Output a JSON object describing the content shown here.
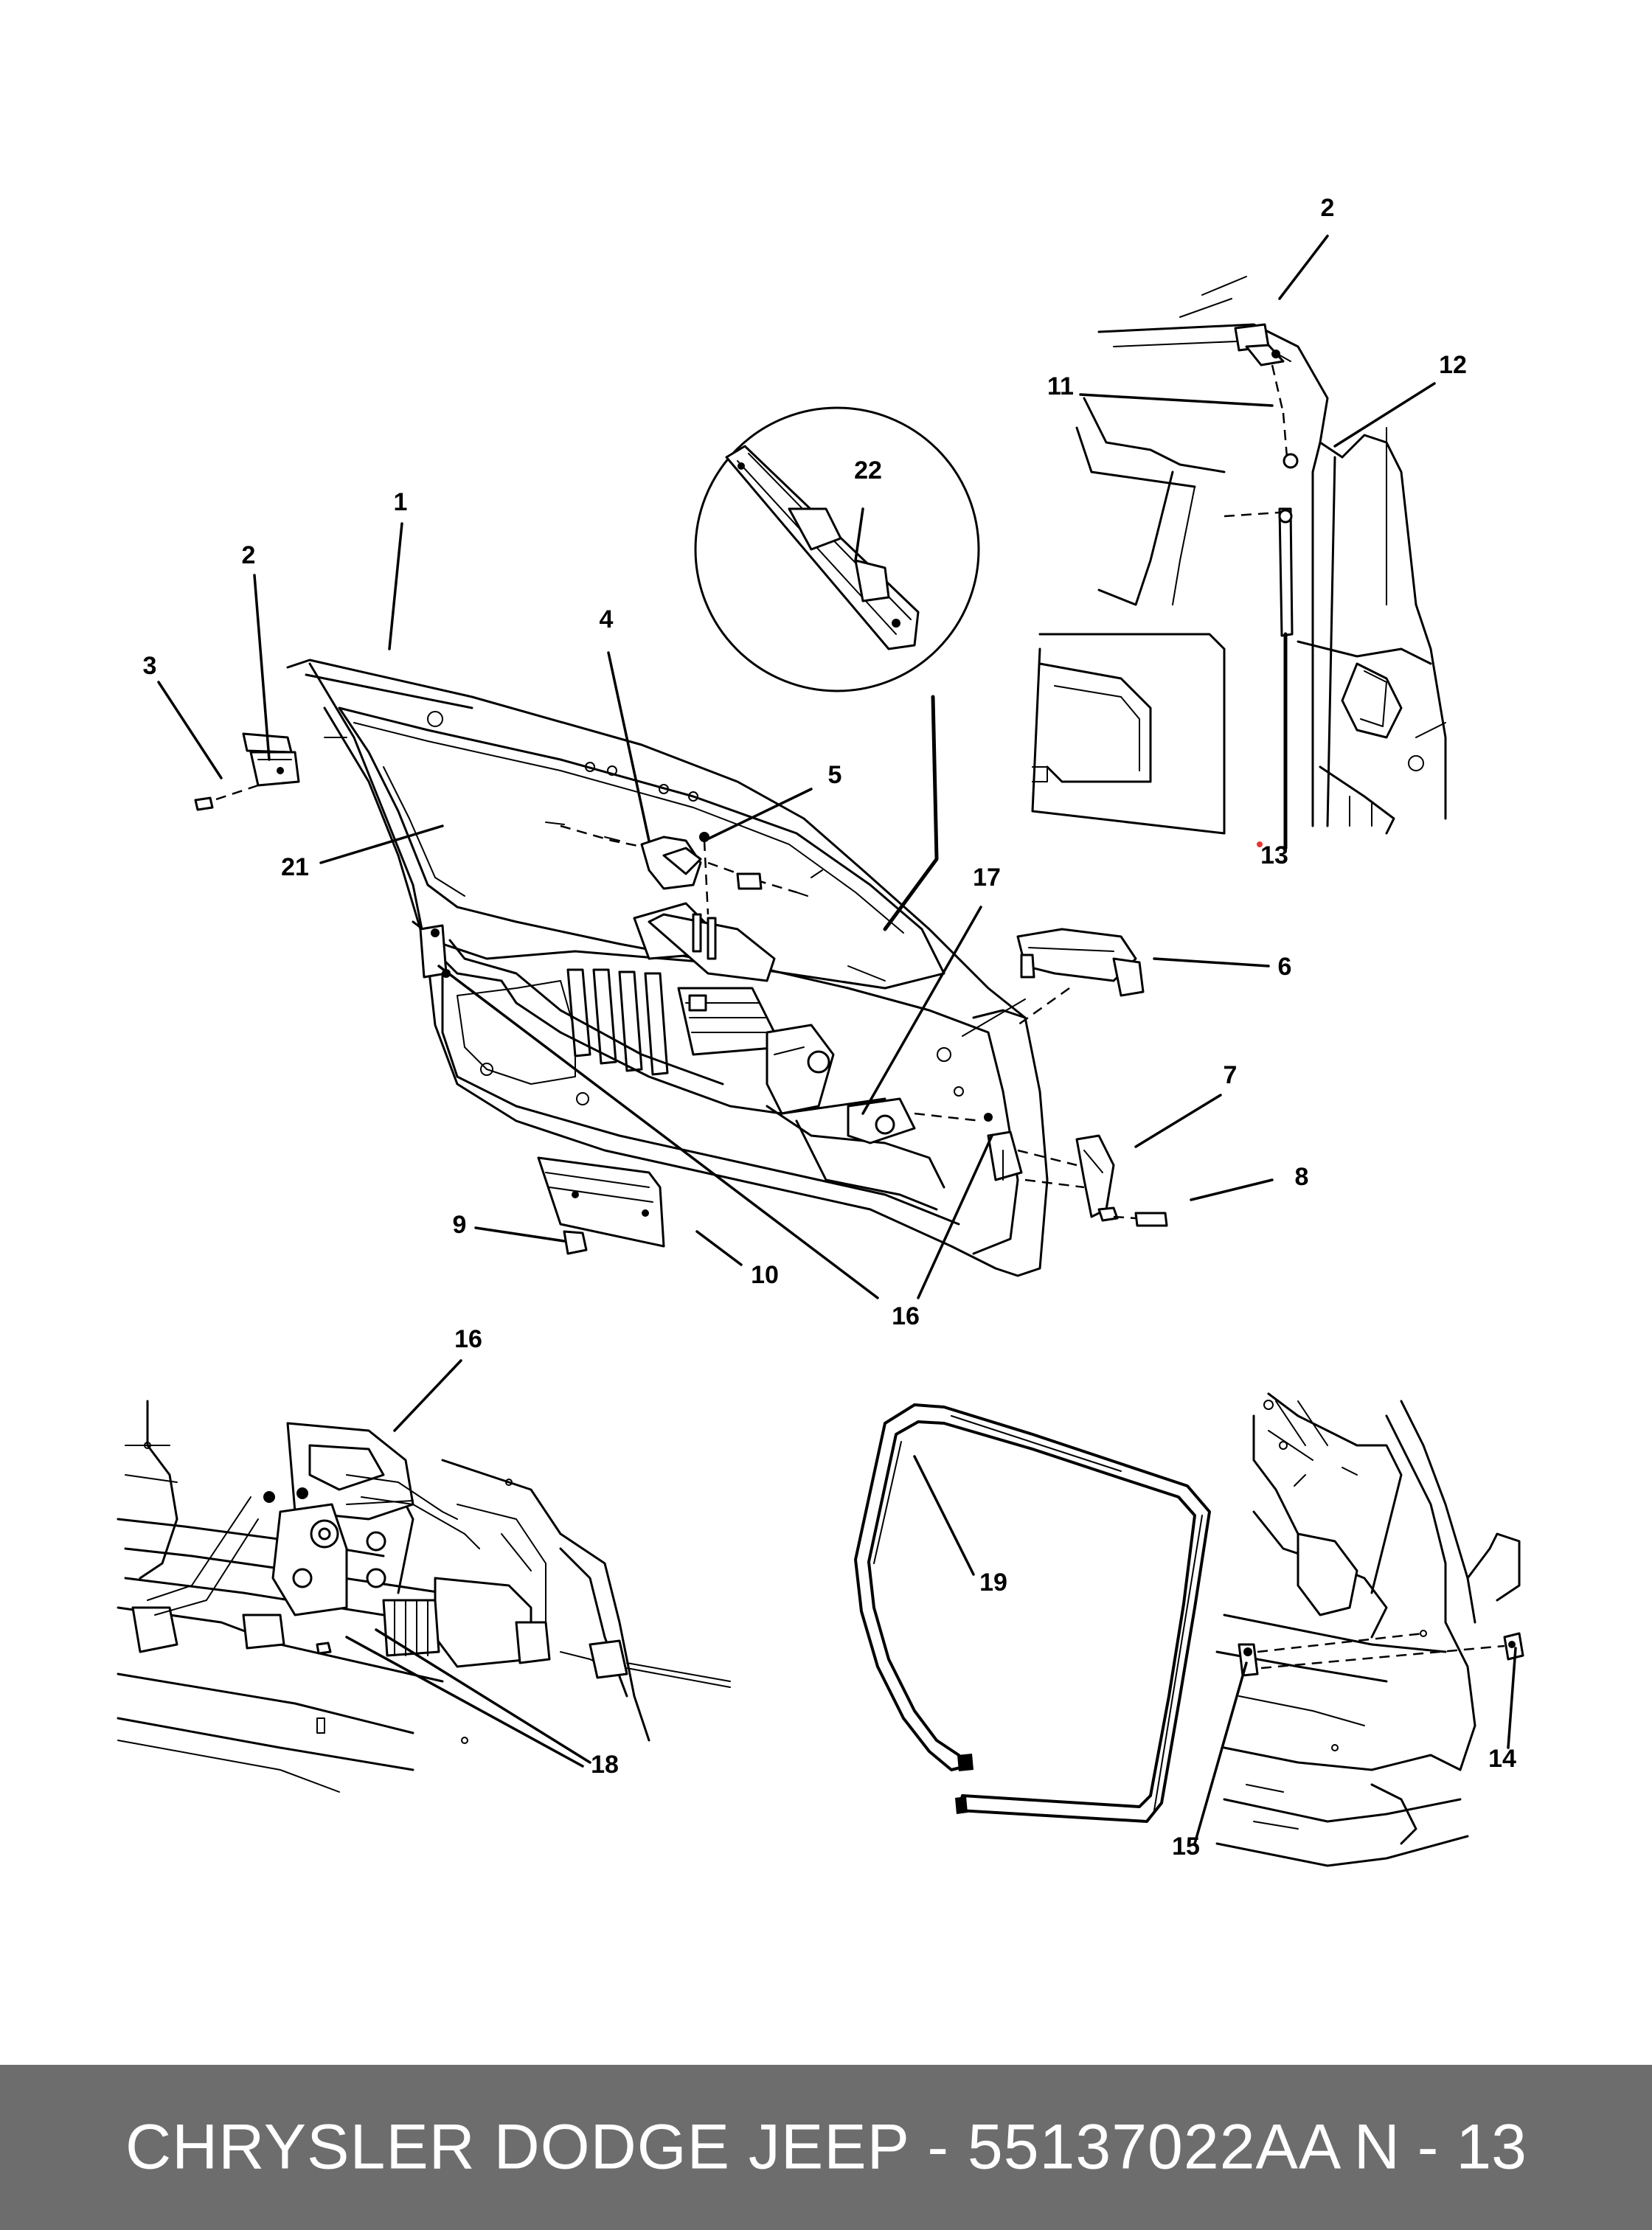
{
  "callouts": {
    "top_right_2": "2",
    "c11": "11",
    "c12": "12",
    "c13": "13",
    "c22": "22",
    "c1": "1",
    "c2": "2",
    "c3": "3",
    "c4": "4",
    "c5": "5",
    "c21": "21",
    "c17": "17",
    "c6": "6",
    "c7": "7",
    "c8": "8",
    "c9": "9",
    "c10": "10",
    "c16_main": "16",
    "c16_detail": "16",
    "c18": "18",
    "c19": "19",
    "c14": "14",
    "c15": "15"
  },
  "footer": {
    "title": "CHRYSLER DODGE JEEP - 55137022AA",
    "page": "N - 13"
  }
}
